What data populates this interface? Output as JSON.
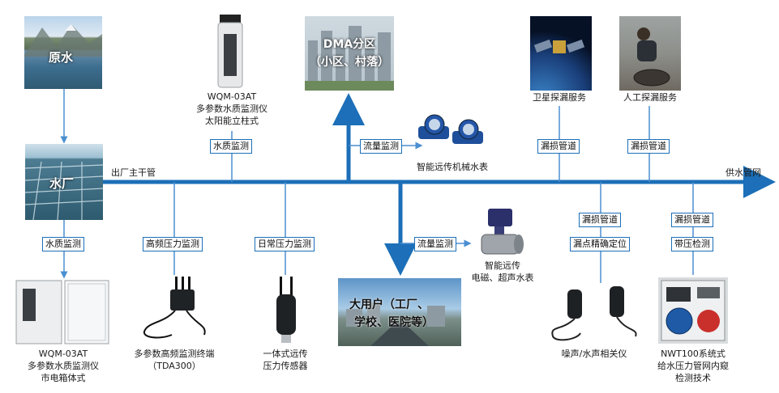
{
  "diagram": {
    "colors": {
      "main_line": "#1c6fb8",
      "thin_line": "#4a8fd0",
      "box_border": "#1c6fb8"
    },
    "main_pipe": {
      "start_label": "出厂主干管",
      "end_label": "供水管网"
    },
    "raw_water": {
      "label": "原水"
    },
    "plant": {
      "label": "水厂"
    },
    "dma": {
      "label_line1": "DMA分区",
      "label_line2": "（小区、村落）"
    },
    "big_user": {
      "label_line1": "大用户（工厂、",
      "label_line2": "学校、医院等）"
    },
    "top_nodes": [
      {
        "box": "水质监测",
        "title_lines": [
          "WQM-03AT",
          "多参数水质监测仪",
          "太阳能立柱式"
        ]
      },
      {
        "box": "流量监测",
        "title_lines": [
          "智能远传机械水表"
        ]
      },
      {
        "box": "漏损管道",
        "title_lines": [
          "卫星探漏服务"
        ]
      },
      {
        "box": "漏损管道",
        "title_lines": [
          "人工探漏服务"
        ]
      }
    ],
    "bottom_nodes": [
      {
        "box": "水质监测",
        "title_lines": [
          "WQM-03AT",
          "多参数水质监测仪",
          "市电箱体式"
        ]
      },
      {
        "box": "高频压力监测",
        "title_lines": [
          "多参数高频监测终端",
          "（TDA300）"
        ]
      },
      {
        "box": "日常压力监测",
        "title_lines": [
          "一体式远传",
          "压力传感器"
        ]
      },
      {
        "box": "流量监测",
        "title_lines": [
          "智能远传",
          "电磁、超声水表"
        ]
      },
      {
        "box_lines": [
          "漏损管道",
          "漏点精确定位"
        ],
        "title_lines": [
          "噪声/水声相关仪"
        ]
      },
      {
        "box_lines": [
          "漏损管道",
          "带压检测"
        ],
        "title_lines": [
          "NWT100系统式",
          "给水压力管网内窥",
          "检测技术"
        ]
      }
    ]
  }
}
